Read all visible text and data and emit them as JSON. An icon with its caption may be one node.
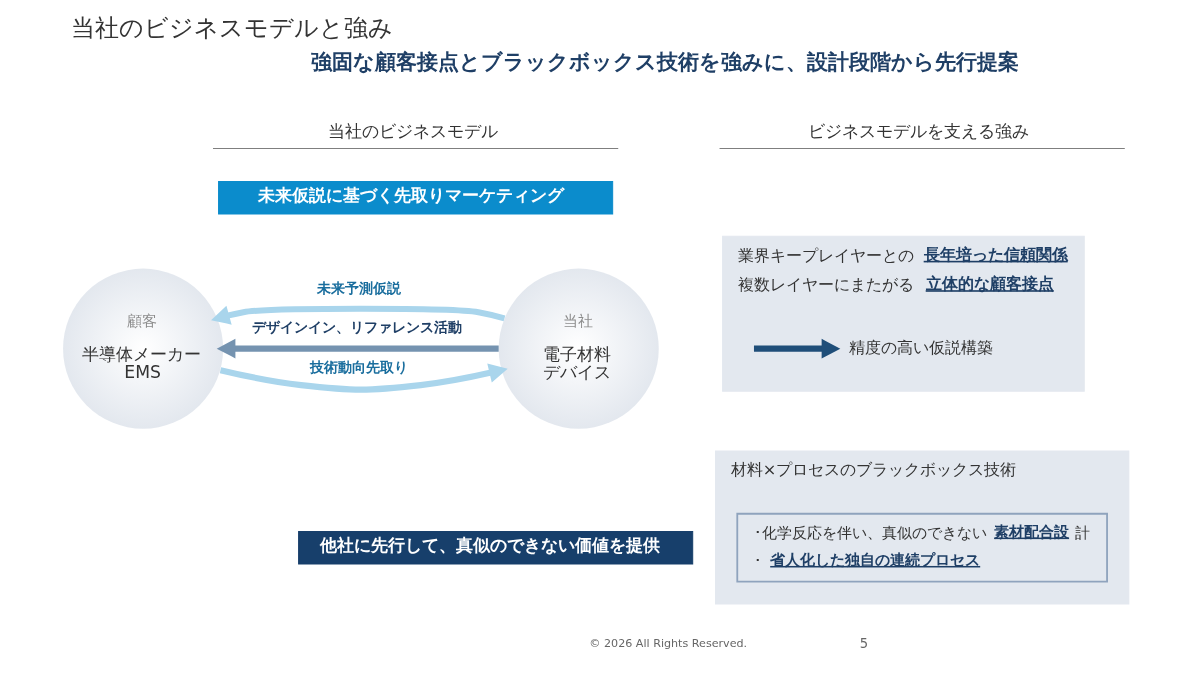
{
  "diagram": {
    "title": "当社のビジネスモデルと強み",
    "nodes": [
      {
        "text": [
          "未来仮説に基づく先取りマーケティング"
        ]
      },
      {
        "text": [
          "顧客",
          "半導体メーカー EMS"
        ]
      },
      {
        "text": [
          "当社",
          "電子材料デバイス"
        ]
      },
      {
        "text": [
          "他社に先行して、真似のできない価値を提供"
        ]
      },
      {
        "text": [
          "業界キープレイヤーとの**長年培った信頼関係**",
          "複数レイヤーにまたがる**立体的な顧客接点**"
        ]
      },
      {
        "text": [
          "精度の高い仮説構築"
        ],
        "in": 4
      },
      {
        "text": [
          "材料×プロセスのブラックボックス技術"
        ]
      },
      {
        "text": [
          "･化学反応を伴い、真似のできない**素材配合設**計",
          "･**省人化した独自の連続プロセス**"
        ],
        "in": 6
      }
    ],
    "edges": [
      {
        "from": 2,
        "to": 1,
        "arrow": "to",
        "label": "未来予測仮説"
      },
      {
        "from": 1,
        "to": 2,
        "arrow": "to",
        "label": "技術動向先取り"
      },
      {
        "from": 2,
        "to": 1,
        "arrow": "to",
        "label": "デザインイン、リファレンス活動",
        "color": "#7593b0"
      },
      {
        "from": null,
        "to": 5,
        "arrow": "to",
        "color": "#1f4e79"
      }
    ],
    "labels": [
      "強固な顧客接点とブラックボックス技術を強みに、設計段階から先行提案",
      "当社のビジネスモデル",
      "ビジネスモデルを支える強み",
      "© 2026 All Rights Reserved.",
      "5"
    ]
  }
}
